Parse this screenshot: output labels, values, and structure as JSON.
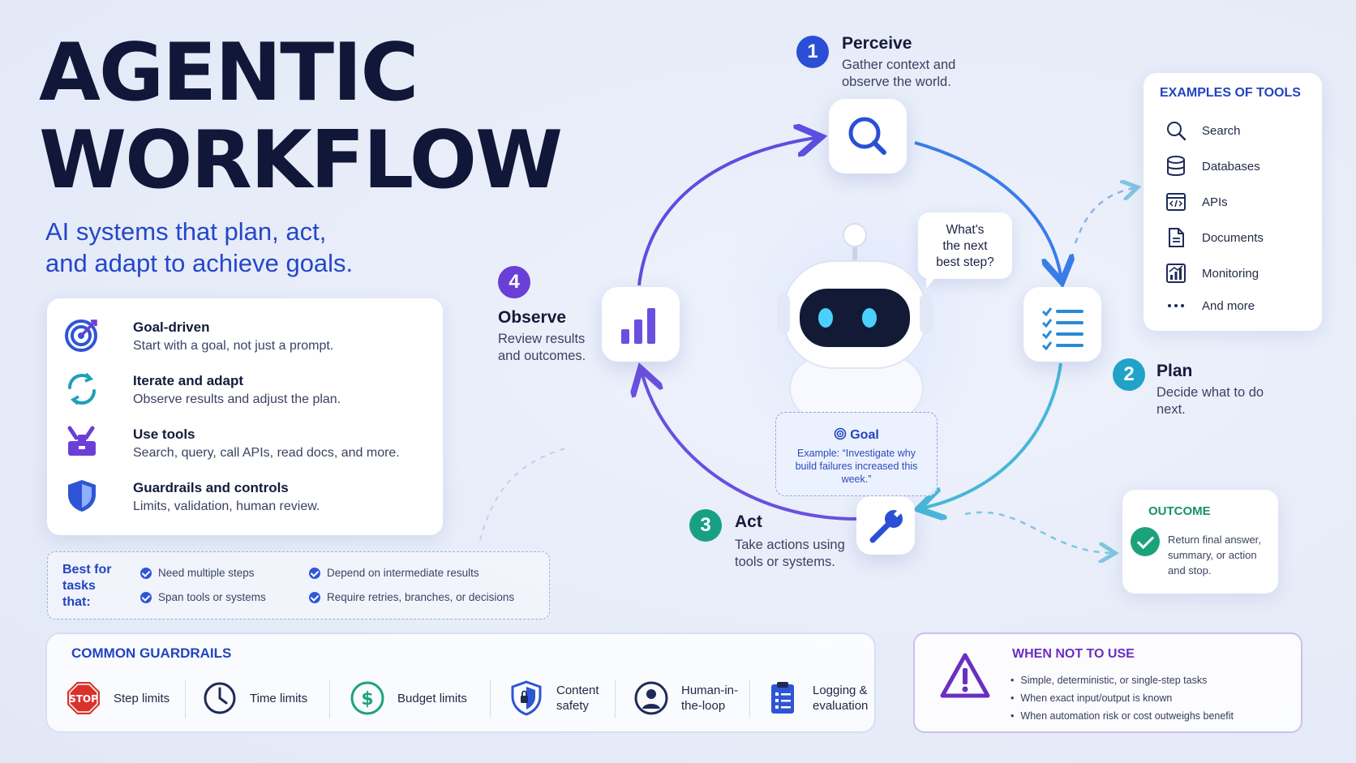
{
  "header": {
    "title_line1": "AGENTIC",
    "title_line2": "WORKFLOW",
    "subtitle_line1": "AI systems that plan, act,",
    "subtitle_line2": "and adapt to achieve goals."
  },
  "features": [
    {
      "icon": "target-icon",
      "title": "Goal-driven",
      "desc": "Start with a goal, not just a prompt."
    },
    {
      "icon": "refresh-cycle-icon",
      "title": "Iterate and adapt",
      "desc": "Observe results and adjust the plan."
    },
    {
      "icon": "toolbox-icon",
      "title": "Use tools",
      "desc": "Search, query, call APIs, read docs, and more."
    },
    {
      "icon": "shield-icon",
      "title": "Guardrails and controls",
      "desc": "Limits, validation, human review."
    }
  ],
  "best_for": {
    "label": "Best for tasks that:",
    "items": [
      "Need multiple steps",
      "Depend on intermediate results",
      "Span tools or systems",
      "Require retries, branches, or decisions"
    ]
  },
  "guardrails": {
    "title": "COMMON GUARDRAILS",
    "items": [
      {
        "icon": "stop-sign-icon",
        "label": "Step limits",
        "sign_text": "STOP"
      },
      {
        "icon": "clock-icon",
        "label": "Time limits"
      },
      {
        "icon": "dollar-icon",
        "label": "Budget limits"
      },
      {
        "icon": "shield-lock-icon",
        "label_line1": "Content",
        "label_line2": "safety"
      },
      {
        "icon": "person-icon",
        "label_line1": "Human-in-",
        "label_line2": "the-loop"
      },
      {
        "icon": "log-clipboard-icon",
        "label_line1": "Logging &",
        "label_line2": "evaluation"
      }
    ]
  },
  "when_not": {
    "title": "WHEN NOT TO USE",
    "items": [
      "Simple, deterministic, or single-step tasks",
      "When exact input/output is known",
      "When automation risk or cost outweighs benefit"
    ]
  },
  "steps": [
    {
      "num": "1",
      "title": "Perceive",
      "desc_line1": "Gather context and",
      "desc_line2": "observe the world.",
      "color": "#2a4fd6"
    },
    {
      "num": "2",
      "title": "Plan",
      "desc_line1": "Decide what to do",
      "desc_line2": "next.",
      "color": "#21a3c8"
    },
    {
      "num": "3",
      "title": "Act",
      "desc_line1": "Take actions using",
      "desc_line2": "tools or systems.",
      "color": "#18a085"
    },
    {
      "num": "4",
      "title": "Observe",
      "desc_line1": "Review results",
      "desc_line2": "and outcomes.",
      "color": "#6a3fd6"
    }
  ],
  "bubble": {
    "line1": "What's",
    "line2": "the next",
    "line3": "best step?"
  },
  "goal": {
    "title": "Goal",
    "text": "Example: “Investigate why build failures increased this week.”"
  },
  "tools": {
    "title": "EXAMPLES OF TOOLS",
    "items": [
      {
        "icon": "search-icon",
        "label": "Search"
      },
      {
        "icon": "database-icon",
        "label": "Databases"
      },
      {
        "icon": "code-api-icon",
        "label": "APIs"
      },
      {
        "icon": "document-icon",
        "label": "Documents"
      },
      {
        "icon": "monitoring-icon",
        "label": "Monitoring"
      },
      {
        "icon": "ellipsis-icon",
        "label": "And more"
      }
    ]
  },
  "outcome": {
    "title": "OUTCOME",
    "text": "Return final answer, summary, or action and stop."
  },
  "colors": {
    "accent_blue": "#2547c9",
    "purple": "#6a2fc1",
    "teal": "#17906f",
    "ink": "#101738"
  }
}
